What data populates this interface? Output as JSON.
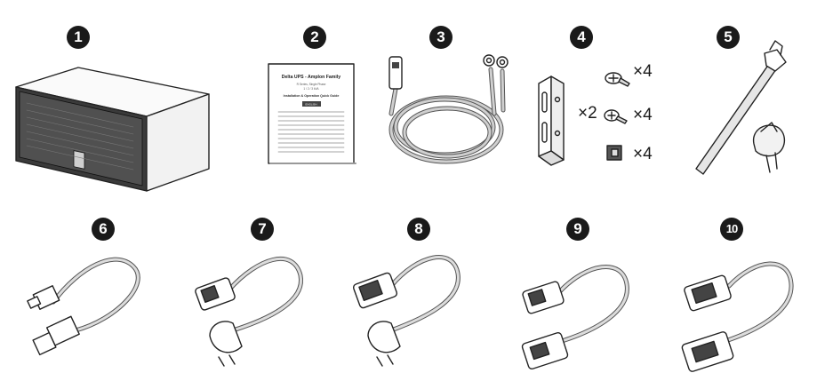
{
  "items": [
    {
      "number": "1",
      "icon": "ups-unit-icon"
    },
    {
      "number": "2",
      "icon": "quick-guide-booklet-icon"
    },
    {
      "number": "3",
      "icon": "battery-cable-icon"
    },
    {
      "number": "4",
      "icon": "mounting-bracket-and-screws-icon"
    },
    {
      "number": "5",
      "icon": "cable-tie-and-clamp-icon"
    },
    {
      "number": "6",
      "icon": "usb-cable-icon"
    },
    {
      "number": "7",
      "icon": "schuko-to-c13-cord-icon"
    },
    {
      "number": "8",
      "icon": "schuko-to-c19-cord-icon"
    },
    {
      "number": "9",
      "icon": "c13-to-c14-cord-icon"
    },
    {
      "number": "10",
      "icon": "c19-to-c20-cord-icon"
    }
  ],
  "booklet": {
    "title": "Delta UPS - Amplon Family",
    "subtitle_1": "R Series, Single Phase",
    "subtitle_2": "1 / 2 / 3 kVA",
    "guide": "Installation & Operation Quick Guide",
    "tag": "ENGLISH"
  },
  "quantities": {
    "bracket": "×2",
    "screw_large": "×4",
    "screw_small": "×4",
    "nut": "×4"
  },
  "colors": {
    "badge": "#1a1a1a",
    "line": "#222222",
    "cable_fill": "#dcdcdc"
  }
}
